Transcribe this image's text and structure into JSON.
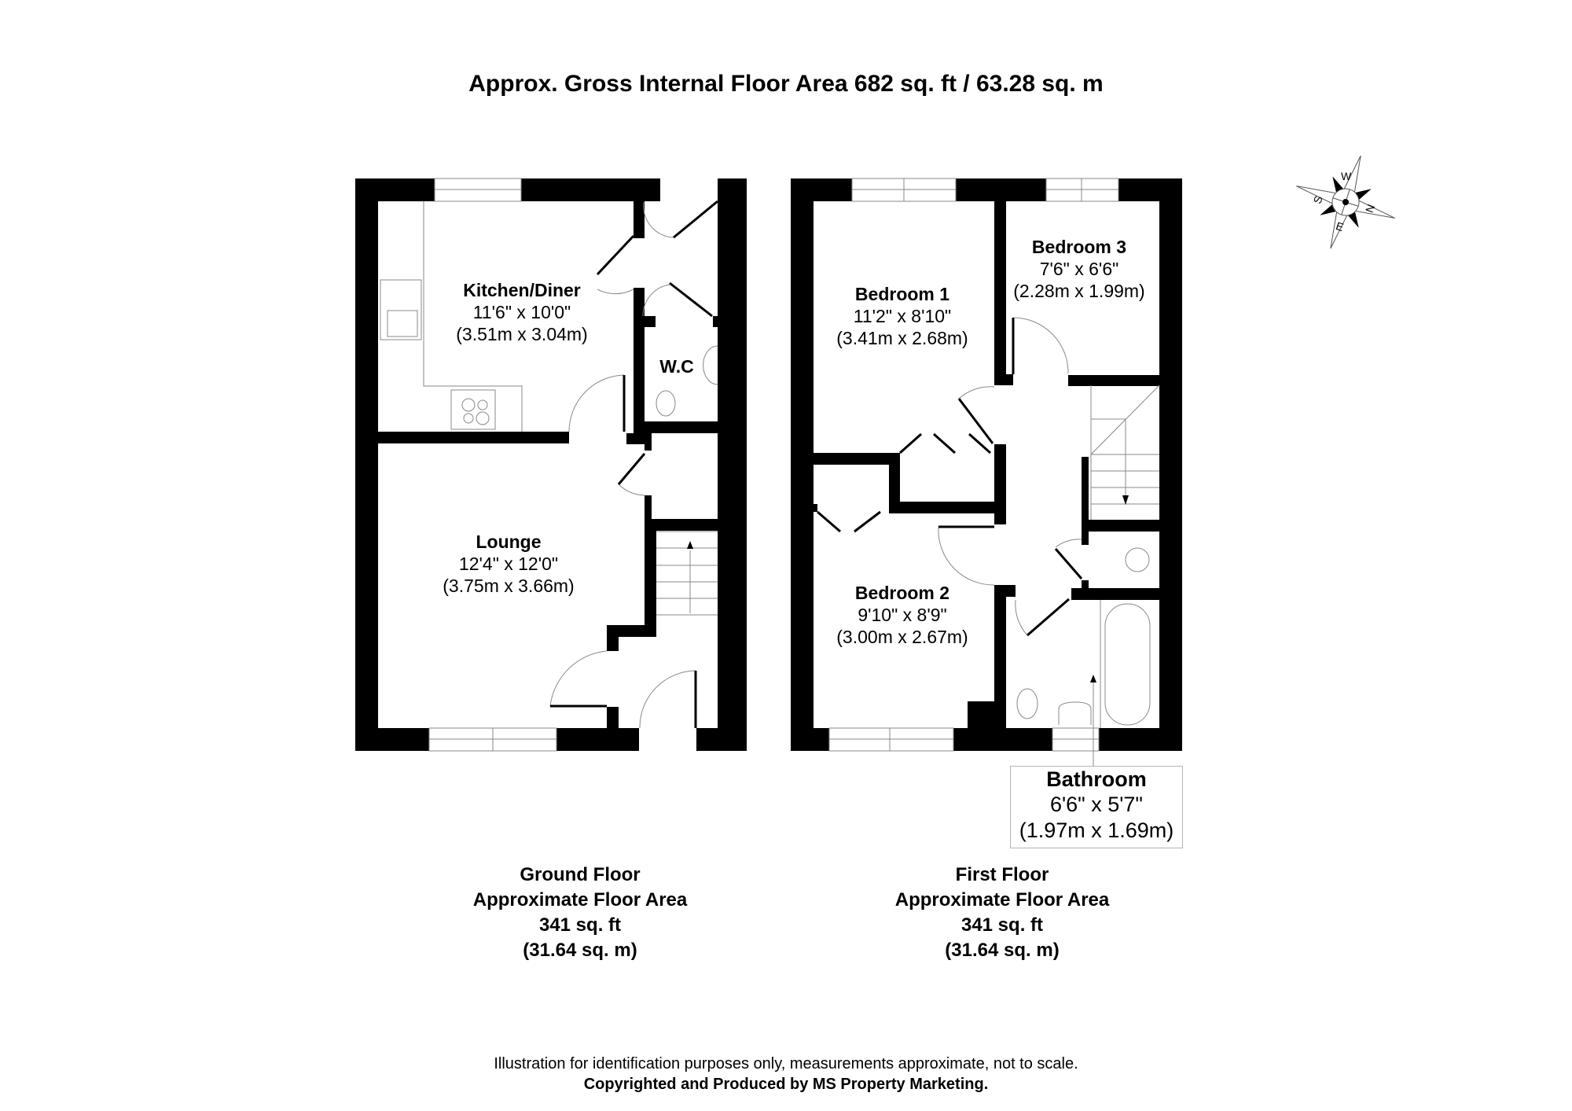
{
  "header": {
    "title": "Approx. Gross Internal Floor Area 682 sq. ft / 63.28 sq. m"
  },
  "compass": {
    "icon": "compass-rose-icon",
    "labels": {
      "top": "W",
      "left": "S",
      "right": "N",
      "bottom": "E"
    }
  },
  "ground_floor": {
    "rooms": [
      {
        "name": "Kitchen/Diner",
        "imperial": "11'6\" x 10'0\"",
        "metric": "(3.51m x 3.04m)"
      },
      {
        "name": "W.C",
        "imperial": "",
        "metric": ""
      },
      {
        "name": "Lounge",
        "imperial": "12'4\" x 12'0\"",
        "metric": "(3.75m x 3.66m)"
      }
    ],
    "label": {
      "floor": "Ground Floor",
      "caption": "Approximate Floor Area",
      "sqft": "341 sq. ft",
      "sqm": "(31.64 sq. m)"
    }
  },
  "first_floor": {
    "rooms": [
      {
        "name": "Bedroom 1",
        "imperial": "11'2\" x 8'10\"",
        "metric": "(3.41m x 2.68m)"
      },
      {
        "name": "Bedroom 3",
        "imperial": "7'6\" x 6'6\"",
        "metric": "(2.28m x 1.99m)"
      },
      {
        "name": "Bedroom 2",
        "imperial": "9'10\" x 8'9\"",
        "metric": "(3.00m x 2.67m)"
      },
      {
        "name": "Bathroom",
        "imperial": "6'6\" x 5'7\"",
        "metric": "(1.97m x 1.69m)"
      }
    ],
    "label": {
      "floor": "First Floor",
      "caption": "Approximate Floor Area",
      "sqft": "341 sq. ft",
      "sqm": "(31.64 sq. m)"
    }
  },
  "footer": {
    "disclaimer": "Illustration for identification purposes only, measurements approximate, not to scale.",
    "copyright": "Copyrighted  and Produced by MS Property Marketing."
  },
  "colors": {
    "wall": "#000000",
    "fixture_line": "#888888",
    "background": "#ffffff"
  }
}
